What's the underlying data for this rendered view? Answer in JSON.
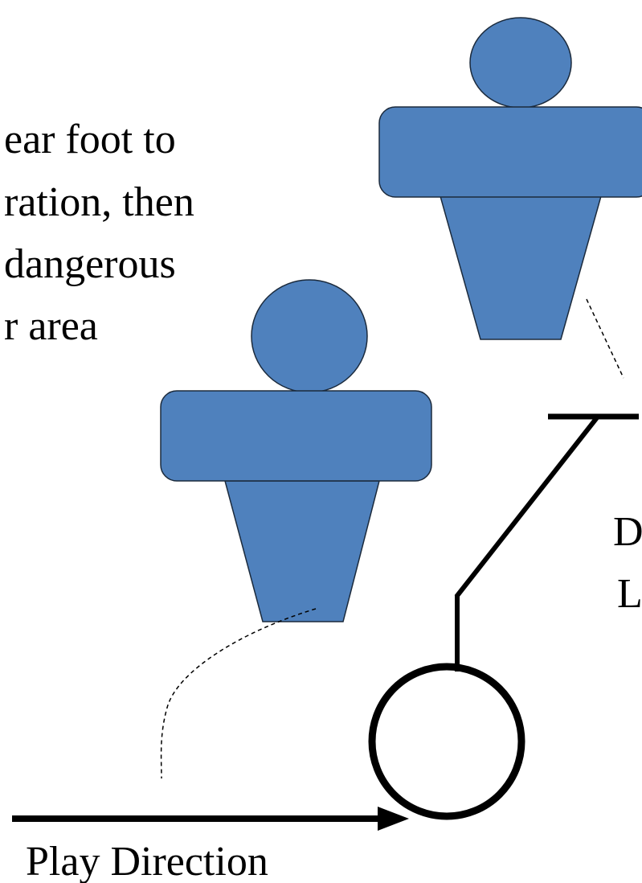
{
  "text_block": {
    "lines": [
      "ear foot to",
      "ration, then",
      "dangerous",
      "r area"
    ]
  },
  "right_labels": {
    "line1": "D",
    "line2": "L"
  },
  "direction_label": "Play Direction",
  "colors": {
    "player_fill": "#4f81bd",
    "player_stroke": "#1b2a3c",
    "line": "#000000",
    "background": "#ffffff"
  }
}
